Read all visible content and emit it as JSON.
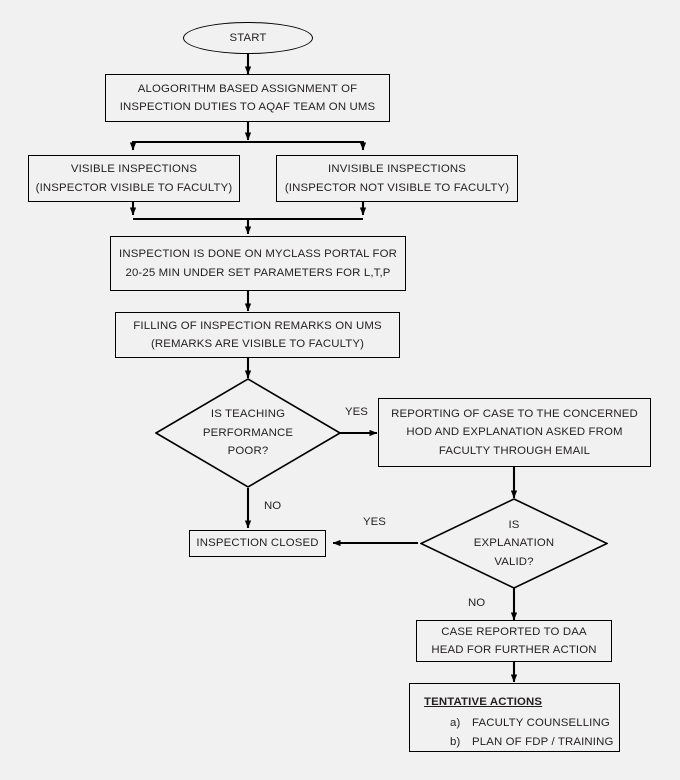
{
  "diagram": {
    "title": "AQAF Teaching Inspection Process Flowchart",
    "background_color": "#f1f1f1",
    "line_color": "#000000",
    "text_color": "#231f20"
  },
  "nodes": {
    "start": {
      "shape": "terminator",
      "lines": [
        "START"
      ]
    },
    "assignment": {
      "shape": "process",
      "lines": [
        "ALOGORITHM BASED ASSIGNMENT OF",
        "INSPECTION DUTIES TO AQAF TEAM ON UMS"
      ]
    },
    "visible_inspections": {
      "shape": "process",
      "lines": [
        "VISIBLE INSPECTIONS",
        "(INSPECTOR VISIBLE TO FACULTY)"
      ]
    },
    "invisible_inspections": {
      "shape": "process",
      "lines": [
        "INVISIBLE INSPECTIONS",
        "(INSPECTOR NOT VISIBLE TO FACULTY)"
      ]
    },
    "myclass_portal": {
      "shape": "process",
      "lines": [
        "INSPECTION IS DONE ON MYCLASS PORTAL FOR",
        "20-25 MIN UNDER SET PARAMETERS FOR L,T,P"
      ]
    },
    "filling_remarks": {
      "shape": "process",
      "lines": [
        "FILLING OF INSPECTION REMARKS ON UMS",
        "(REMARKS ARE VISIBLE TO FACULTY)"
      ]
    },
    "teaching_poor": {
      "shape": "decision",
      "lines": [
        "IS TEACHING",
        "PERFORMANCE",
        "POOR?"
      ]
    },
    "reporting_case": {
      "shape": "process",
      "lines": [
        "REPORTING OF CASE TO THE CONCERNED",
        "HOD AND EXPLANATION ASKED FROM",
        "FACULTY THROUGH EMAIL"
      ]
    },
    "explanation_valid": {
      "shape": "decision",
      "lines": [
        "IS",
        "EXPLANATION",
        "VALID?"
      ]
    },
    "inspection_closed": {
      "shape": "process",
      "lines": [
        "INSPECTION CLOSED"
      ]
    },
    "case_reported_daa": {
      "shape": "process",
      "lines": [
        "CASE REPORTED TO DAA",
        "HEAD FOR FURTHER ACTION"
      ]
    },
    "tentative_actions": {
      "shape": "process",
      "header": "TENTATIVE ACTIONS",
      "items": [
        {
          "marker": "a)",
          "text": "FACULTY COUNSELLING"
        },
        {
          "marker": "b)",
          "text": "PLAN OF FDP / TRAINING"
        }
      ]
    }
  },
  "edge_labels": {
    "teaching_poor_yes": "YES",
    "teaching_poor_no": "NO",
    "explanation_valid_yes": "YES",
    "explanation_valid_no": "NO"
  }
}
